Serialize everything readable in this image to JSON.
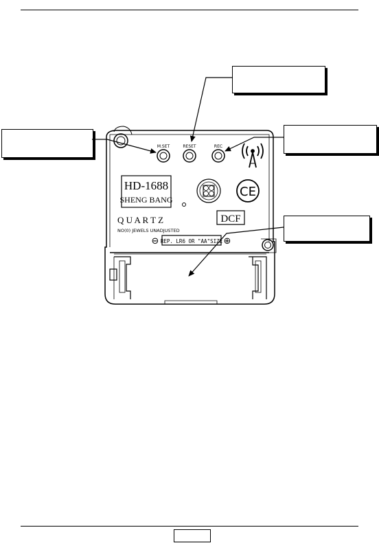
{
  "labels": {
    "model": "HD-1688",
    "brand": "SHENG BANG",
    "quartz": "Q U A R T Z",
    "jewels": "NO(0) JEWELS UNADJUSTED",
    "dcf": "DCF",
    "ce_mark": "CE",
    "battery": "REP. LR6 OR \"AA\"SIZE",
    "btn_mset": "M.SET",
    "btn_reset": "RESET",
    "btn_rec": "REC",
    "minus": "⊖",
    "plus": "⊕"
  },
  "icons": {
    "antenna": "radio-antenna-icon",
    "coil": "receiver-coil-icon"
  },
  "colors": {
    "ink": "#000000",
    "paper": "#ffffff"
  }
}
